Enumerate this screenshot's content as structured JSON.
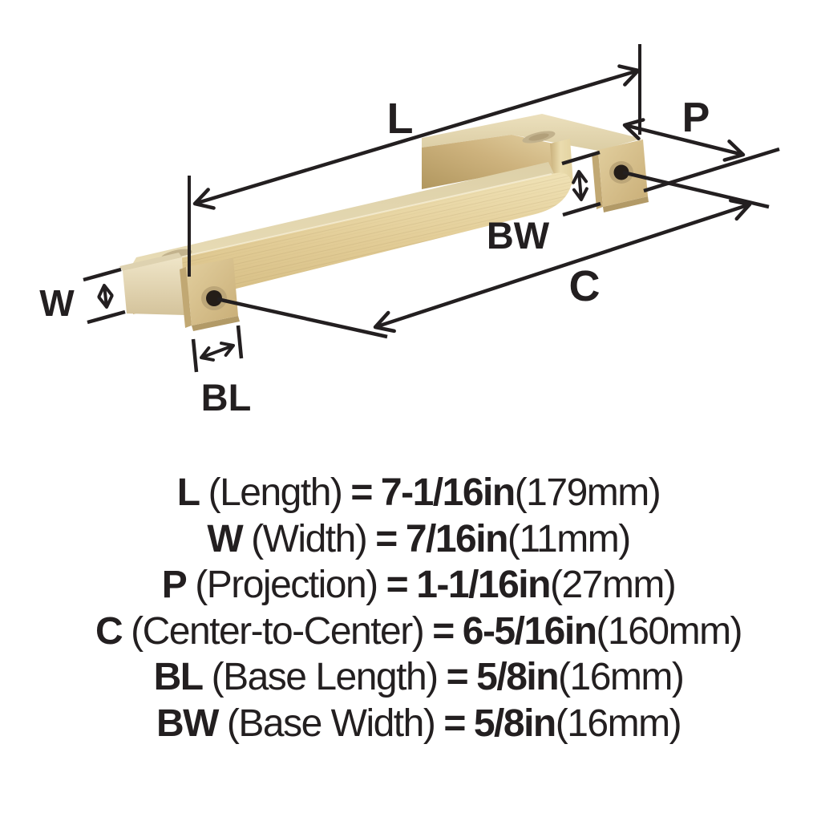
{
  "diagram": {
    "dim_labels": {
      "L": "L",
      "P": "P",
      "BW": "BW",
      "C": "C",
      "W": "W",
      "BL": "BL"
    }
  },
  "specs": [
    {
      "symbol": "L",
      "descriptor": "(Length)",
      "eq": "=",
      "value": "7-1/16in",
      "metric": "(179mm)"
    },
    {
      "symbol": "W",
      "descriptor": "(Width)",
      "eq": "=",
      "value": "7/16in",
      "metric": "(11mm)"
    },
    {
      "symbol": "P",
      "descriptor": "(Projection)",
      "eq": "=",
      "value": "1-1/16in",
      "metric": "(27mm)"
    },
    {
      "symbol": "C",
      "descriptor": "(Center-to-Center)",
      "eq": "=",
      "value": "6-5/16in",
      "metric": "(160mm)"
    },
    {
      "symbol": "BL",
      "descriptor": "(Base Length)",
      "eq": "=",
      "value": "5/8in",
      "metric": "(16mm)"
    },
    {
      "symbol": "BW",
      "descriptor": "(Base Width)",
      "eq": "=",
      "value": "5/8in",
      "metric": "(16mm)"
    }
  ],
  "colors": {
    "background": "#ffffff",
    "line": "#231f20",
    "text": "#231f20",
    "brass_light": "#efe3bd",
    "brass_mid": "#e2cc96",
    "brass_dark": "#c3aa74",
    "brass_shadow": "#b29a67",
    "screw_hole": "#241d18"
  }
}
